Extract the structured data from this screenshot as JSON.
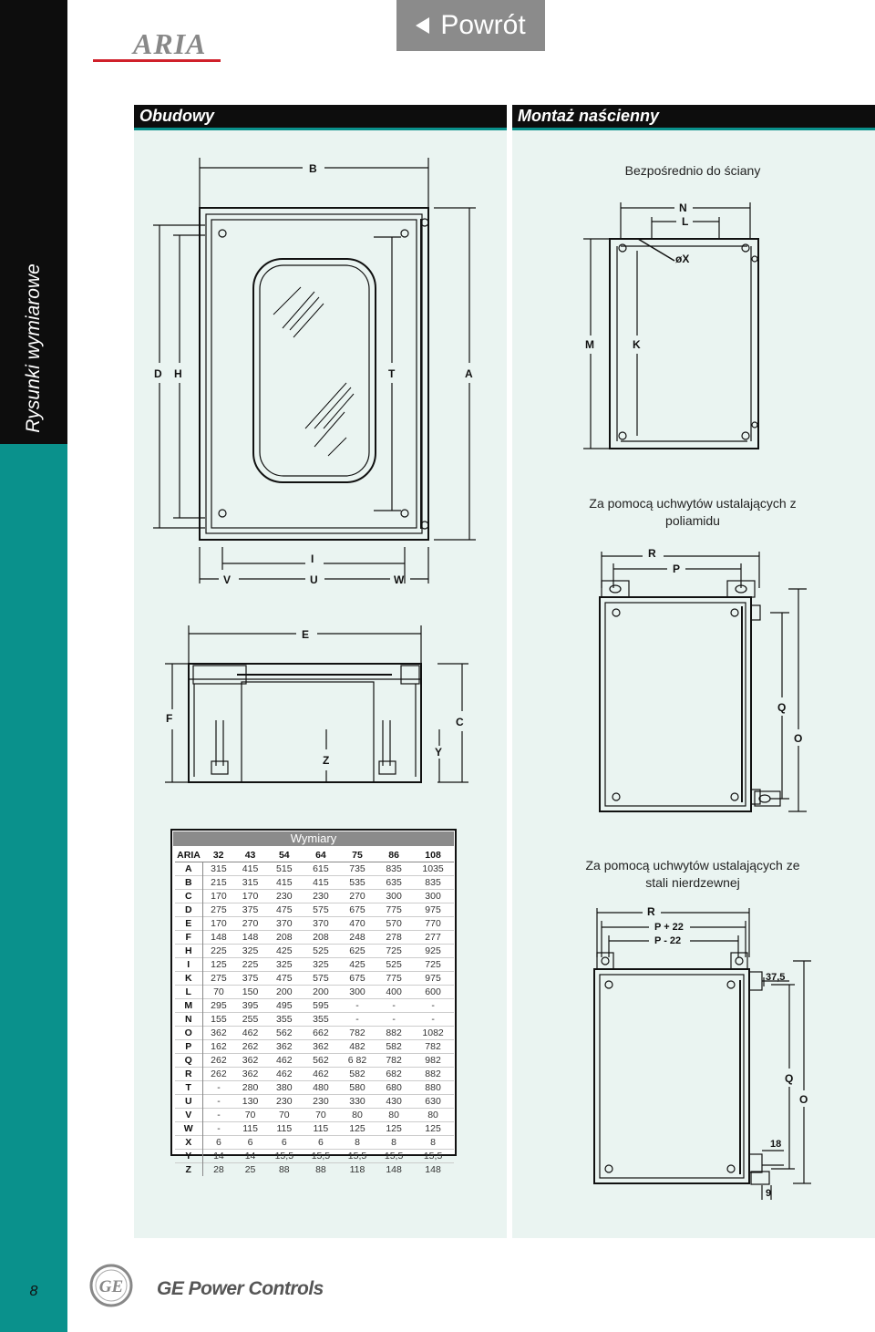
{
  "sidebar": {
    "title": "Rysunki wymiarowe",
    "page_number": "8"
  },
  "header": {
    "logo_text": "ARIA",
    "back_button_label": "Powrót"
  },
  "sections": {
    "left_title": "Obudowy",
    "right_title": "Montaż naścienny"
  },
  "right_panel": {
    "caption_direct": "Bezpośrednio do ściany",
    "caption_polyamide": "Za pomocą uchwytów ustalających z poliamidu",
    "caption_steel": "Za pomocą uchwytów ustalających ze stali nierdzewnej"
  },
  "drawing_labels": {
    "front": [
      "B",
      "D",
      "H",
      "T",
      "A",
      "I",
      "V",
      "U",
      "W"
    ],
    "side": [
      "E",
      "F",
      "C",
      "Z",
      "Y"
    ],
    "wall": [
      "N",
      "L",
      "øX",
      "M",
      "K"
    ],
    "polyamide": [
      "R",
      "P",
      "Q",
      "O"
    ],
    "steel": [
      "R",
      "P + 22",
      "P - 22",
      "37,5",
      "Q",
      "O",
      "18",
      "9"
    ]
  },
  "table": {
    "title": "Wymiary",
    "columns": [
      "ARIA",
      "32",
      "43",
      "54",
      "64",
      "75",
      "86",
      "108"
    ],
    "rows": [
      [
        "A",
        "315",
        "415",
        "515",
        "615",
        "735",
        "835",
        "1035"
      ],
      [
        "B",
        "215",
        "315",
        "415",
        "415",
        "535",
        "635",
        "835"
      ],
      [
        "C",
        "170",
        "170",
        "230",
        "230",
        "270",
        "300",
        "300"
      ],
      [
        "D",
        "275",
        "375",
        "475",
        "575",
        "675",
        "775",
        "975"
      ],
      [
        "E",
        "170",
        "270",
        "370",
        "370",
        "470",
        "570",
        "770"
      ],
      [
        "F",
        "148",
        "148",
        "208",
        "208",
        "248",
        "278",
        "277"
      ],
      [
        "H",
        "225",
        "325",
        "425",
        "525",
        "625",
        "725",
        "925"
      ],
      [
        "I",
        "125",
        "225",
        "325",
        "325",
        "425",
        "525",
        "725"
      ],
      [
        "K",
        "275",
        "375",
        "475",
        "575",
        "675",
        "775",
        "975"
      ],
      [
        "L",
        "70",
        "150",
        "200",
        "200",
        "300",
        "400",
        "600"
      ],
      [
        "M",
        "295",
        "395",
        "495",
        "595",
        "-",
        "-",
        "-"
      ],
      [
        "N",
        "155",
        "255",
        "355",
        "355",
        "-",
        "-",
        "-"
      ],
      [
        "O",
        "362",
        "462",
        "562",
        "662",
        "782",
        "882",
        "1082"
      ],
      [
        "P",
        "162",
        "262",
        "362",
        "362",
        "482",
        "582",
        "782"
      ],
      [
        "Q",
        "262",
        "362",
        "462",
        "562",
        "6 82",
        "782",
        "982"
      ],
      [
        "R",
        "262",
        "362",
        "462",
        "462",
        "582",
        "682",
        "882"
      ],
      [
        "T",
        "-",
        "280",
        "380",
        "480",
        "580",
        "680",
        "880"
      ],
      [
        "U",
        "-",
        "130",
        "230",
        "230",
        "330",
        "430",
        "630"
      ],
      [
        "V",
        "-",
        "70",
        "70",
        "70",
        "80",
        "80",
        "80"
      ],
      [
        "W",
        "-",
        "115",
        "115",
        "115",
        "125",
        "125",
        "125"
      ],
      [
        "X",
        "6",
        "6",
        "6",
        "6",
        "8",
        "8",
        "8"
      ],
      [
        "Y",
        "14",
        "14",
        "15,5",
        "15,5",
        "15,5",
        "15,5",
        "15,5"
      ],
      [
        "Z",
        "28",
        "25",
        "88",
        "88",
        "118",
        "148",
        "148"
      ]
    ]
  },
  "footer": {
    "brand": "GE Power Controls",
    "ge_monogram": "GE"
  },
  "colors": {
    "teal": "#0a918c",
    "black": "#0d0d0d",
    "logo_red": "#d0202a",
    "panel_bg": "#eaf4f1",
    "button_gray": "#8b8b8b"
  }
}
